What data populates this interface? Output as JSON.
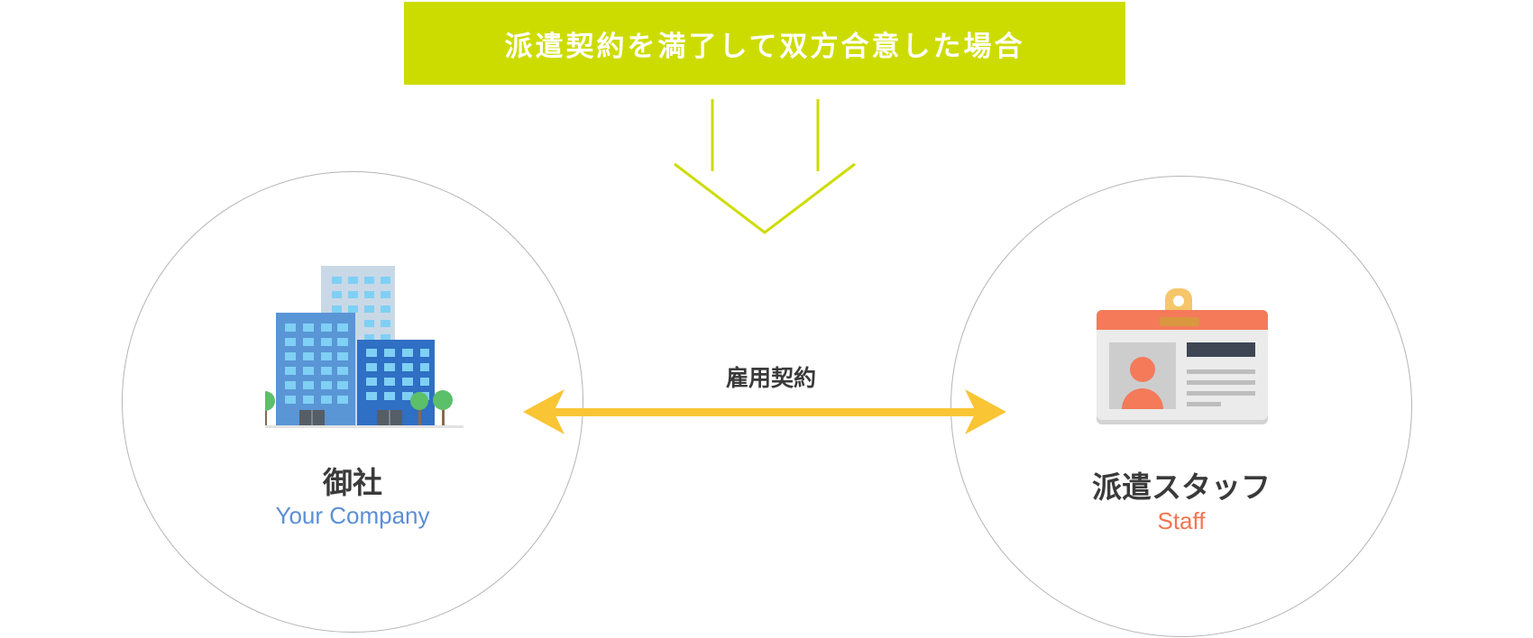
{
  "banner": {
    "text": "派遣契約を満了して双方合意した場合",
    "color": "#cddc00"
  },
  "relationship": {
    "label": "雇用契約",
    "arrow_color": "#f9c535",
    "direction": "bidirectional"
  },
  "parties": {
    "company": {
      "title": "御社",
      "subtitle": "Your Company",
      "icon": "office-building-icon",
      "subtitle_color": "#5b8fd6"
    },
    "staff": {
      "title": "派遣スタッフ",
      "subtitle": "Staff",
      "icon": "id-card-icon",
      "subtitle_color": "#f47551"
    }
  },
  "colors": {
    "circle_border": "#b5b5b5",
    "down_arrow": "#cddc00",
    "text_dark": "#3a3a3a"
  }
}
